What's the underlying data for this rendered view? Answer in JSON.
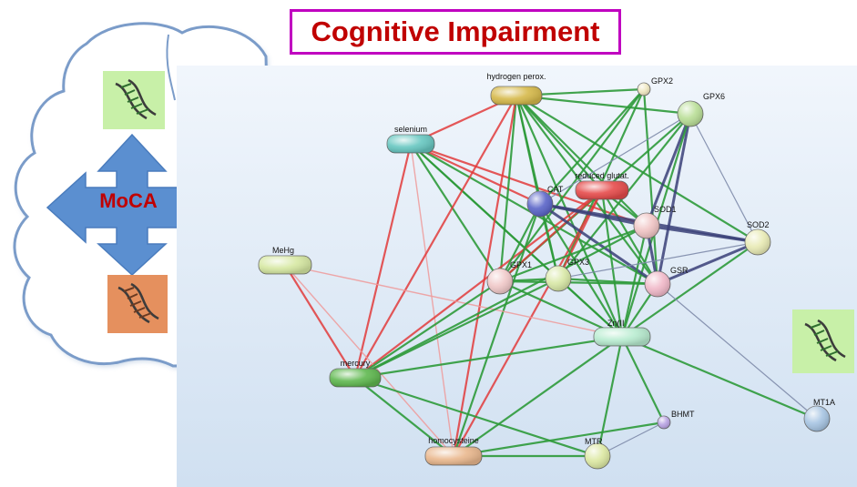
{
  "title": "Cognitive Impairment",
  "center_label": "MoCA",
  "colors": {
    "title_border": "#c000c0",
    "title_text": "#c00000",
    "arrow": "#5b8fd0",
    "dna_green_bg": "#c8f0a8",
    "dna_orange_bg": "#e5905e",
    "edge_green": "#2e9a3a",
    "edge_red": "#e23b3b",
    "edge_pink": "#ef9a9a",
    "edge_dark": "#3a4078",
    "edge_grey": "#7d8aa8"
  },
  "icons": [
    "dna-icon-top",
    "dna-icon-bottom",
    "dna-icon-right",
    "four-way-arrow-icon",
    "brain-outline-icon"
  ],
  "nodes": [
    {
      "id": "hydrogen_perox",
      "label": "hydrogen perox.",
      "shape": "pill",
      "color": "#d6b94a"
    },
    {
      "id": "gpx2",
      "label": "GPX2",
      "shape": "circle",
      "color": "#efe7c0"
    },
    {
      "id": "gpx6",
      "label": "GPX6",
      "shape": "circle",
      "color": "#b9de96"
    },
    {
      "id": "selenium",
      "label": "selenium",
      "shape": "pill",
      "color": "#67c7c1"
    },
    {
      "id": "reduced_glutat",
      "label": "reduced glutat.",
      "shape": "pill",
      "color": "#e64b4b"
    },
    {
      "id": "cat",
      "label": "CAT",
      "shape": "circle",
      "color": "#5a64c8"
    },
    {
      "id": "sod1",
      "label": "SOD1",
      "shape": "circle",
      "color": "#f0c4c4"
    },
    {
      "id": "sod2",
      "label": "SOD2",
      "shape": "circle",
      "color": "#e8eab4"
    },
    {
      "id": "mehg",
      "label": "MeHg",
      "shape": "pill",
      "color": "#d6e8a2"
    },
    {
      "id": "gpx1",
      "label": "GPX1",
      "shape": "circle",
      "color": "#f0c8c8"
    },
    {
      "id": "gpx3",
      "label": "GPX3",
      "shape": "circle",
      "color": "#d8e8a6"
    },
    {
      "id": "gsr",
      "label": "GSR",
      "shape": "circle",
      "color": "#f0b8c8"
    },
    {
      "id": "zn",
      "label": "Zn(II",
      "shape": "pill",
      "color": "#b8ecd0"
    },
    {
      "id": "mercury",
      "label": "mercury",
      "shape": "pill",
      "color": "#5fb84f"
    },
    {
      "id": "bhmt",
      "label": "BHMT",
      "shape": "circle",
      "color": "#b8a2e2"
    },
    {
      "id": "mt1a",
      "label": "MT1A",
      "shape": "circle",
      "color": "#a6c4e2"
    },
    {
      "id": "homocysteine",
      "label": "homocysteine",
      "shape": "pill",
      "color": "#eab88e"
    },
    {
      "id": "mtr",
      "label": "MTR",
      "shape": "circle",
      "color": "#dce8a2"
    }
  ],
  "edges": [
    {
      "a": "selenium",
      "b": "hydrogen_perox",
      "type": "red"
    },
    {
      "a": "selenium",
      "b": "gpx1",
      "type": "green"
    },
    {
      "a": "selenium",
      "b": "gpx3",
      "type": "green"
    },
    {
      "a": "selenium",
      "b": "gsr",
      "type": "green"
    },
    {
      "a": "selenium",
      "b": "zn",
      "type": "green"
    },
    {
      "a": "selenium",
      "b": "mercury",
      "type": "red"
    },
    {
      "a": "selenium",
      "b": "homocysteine",
      "type": "pink"
    },
    {
      "a": "selenium",
      "b": "sod1",
      "type": "red"
    },
    {
      "a": "selenium",
      "b": "cat",
      "type": "red"
    },
    {
      "a": "hydrogen_perox",
      "b": "gpx2",
      "type": "green"
    },
    {
      "a": "hydrogen_perox",
      "b": "gpx6",
      "type": "green"
    },
    {
      "a": "hydrogen_perox",
      "b": "cat",
      "type": "green"
    },
    {
      "a": "hydrogen_perox",
      "b": "gpx1",
      "type": "green"
    },
    {
      "a": "hydrogen_perox",
      "b": "gpx3",
      "type": "green"
    },
    {
      "a": "hydrogen_perox",
      "b": "sod1",
      "type": "green"
    },
    {
      "a": "hydrogen_perox",
      "b": "sod2",
      "type": "green"
    },
    {
      "a": "hydrogen_perox",
      "b": "gsr",
      "type": "green"
    },
    {
      "a": "hydrogen_perox",
      "b": "zn",
      "type": "green"
    },
    {
      "a": "hydrogen_perox",
      "b": "mercury",
      "type": "red"
    },
    {
      "a": "hydrogen_perox",
      "b": "homocysteine",
      "type": "red"
    },
    {
      "a": "hydrogen_perox",
      "b": "reduced_glutat",
      "type": "green"
    },
    {
      "a": "gpx2",
      "b": "gpx1",
      "type": "green"
    },
    {
      "a": "gpx2",
      "b": "gpx3",
      "type": "green"
    },
    {
      "a": "gpx2",
      "b": "gsr",
      "type": "green"
    },
    {
      "a": "gpx2",
      "b": "cat",
      "type": "green"
    },
    {
      "a": "gpx6",
      "b": "gpx1",
      "type": "green"
    },
    {
      "a": "gpx6",
      "b": "gpx3",
      "type": "green"
    },
    {
      "a": "gpx6",
      "b": "gsr",
      "type": "dark"
    },
    {
      "a": "gpx6",
      "b": "sod1",
      "type": "dark"
    },
    {
      "a": "gpx6",
      "b": "sod2",
      "type": "grey"
    },
    {
      "a": "gpx6",
      "b": "zn",
      "type": "green"
    },
    {
      "a": "gpx6",
      "b": "cat",
      "type": "grey"
    },
    {
      "a": "reduced_glutat",
      "b": "gpx1",
      "type": "red"
    },
    {
      "a": "reduced_glutat",
      "b": "gpx3",
      "type": "red"
    },
    {
      "a": "reduced_glutat",
      "b": "gsr",
      "type": "green"
    },
    {
      "a": "reduced_glutat",
      "b": "mercury",
      "type": "red"
    },
    {
      "a": "reduced_glutat",
      "b": "homocysteine",
      "type": "red"
    },
    {
      "a": "reduced_glutat",
      "b": "zn",
      "type": "green"
    },
    {
      "a": "reduced_glutat",
      "b": "sod1",
      "type": "green"
    },
    {
      "a": "cat",
      "b": "sod1",
      "type": "dark"
    },
    {
      "a": "cat",
      "b": "sod2",
      "type": "dark"
    },
    {
      "a": "cat",
      "b": "gsr",
      "type": "dark"
    },
    {
      "a": "cat",
      "b": "gpx1",
      "type": "green"
    },
    {
      "a": "cat",
      "b": "gpx3",
      "type": "green"
    },
    {
      "a": "cat",
      "b": "zn",
      "type": "green"
    },
    {
      "a": "cat",
      "b": "homocysteine",
      "type": "green"
    },
    {
      "a": "sod1",
      "b": "sod2",
      "type": "dark"
    },
    {
      "a": "sod1",
      "b": "gsr",
      "type": "dark"
    },
    {
      "a": "sod1",
      "b": "gpx1",
      "type": "green"
    },
    {
      "a": "sod1",
      "b": "zn",
      "type": "green"
    },
    {
      "a": "sod2",
      "b": "gsr",
      "type": "dark"
    },
    {
      "a": "sod2",
      "b": "gpx3",
      "type": "grey"
    },
    {
      "a": "sod2",
      "b": "zn",
      "type": "green"
    },
    {
      "a": "mehg",
      "b": "mercury",
      "type": "red"
    },
    {
      "a": "mehg",
      "b": "zn",
      "type": "pink"
    },
    {
      "a": "mehg",
      "b": "homocysteine",
      "type": "pink"
    },
    {
      "a": "gpx1",
      "b": "gpx3",
      "type": "green"
    },
    {
      "a": "gpx1",
      "b": "gsr",
      "type": "green"
    },
    {
      "a": "gpx1",
      "b": "mercury",
      "type": "green"
    },
    {
      "a": "gpx1",
      "b": "zn",
      "type": "green"
    },
    {
      "a": "gpx3",
      "b": "gsr",
      "type": "green"
    },
    {
      "a": "gpx3",
      "b": "mercury",
      "type": "green"
    },
    {
      "a": "gpx3",
      "b": "zn",
      "type": "green"
    },
    {
      "a": "gsr",
      "b": "zn",
      "type": "green"
    },
    {
      "a": "gsr",
      "b": "mt1a",
      "type": "grey"
    },
    {
      "a": "zn",
      "b": "mercury",
      "type": "green"
    },
    {
      "a": "zn",
      "b": "homocysteine",
      "type": "green"
    },
    {
      "a": "zn",
      "b": "mtr",
      "type": "green"
    },
    {
      "a": "zn",
      "b": "bhmt",
      "type": "green"
    },
    {
      "a": "zn",
      "b": "mt1a",
      "type": "green"
    },
    {
      "a": "mercury",
      "b": "homocysteine",
      "type": "green"
    },
    {
      "a": "mercury",
      "b": "mtr",
      "type": "green"
    },
    {
      "a": "mercury",
      "b": "sod1",
      "type": "green"
    },
    {
      "a": "homocysteine",
      "b": "mtr",
      "type": "green"
    },
    {
      "a": "homocysteine",
      "b": "bhmt",
      "type": "green"
    },
    {
      "a": "mtr",
      "b": "bhmt",
      "type": "grey"
    }
  ]
}
